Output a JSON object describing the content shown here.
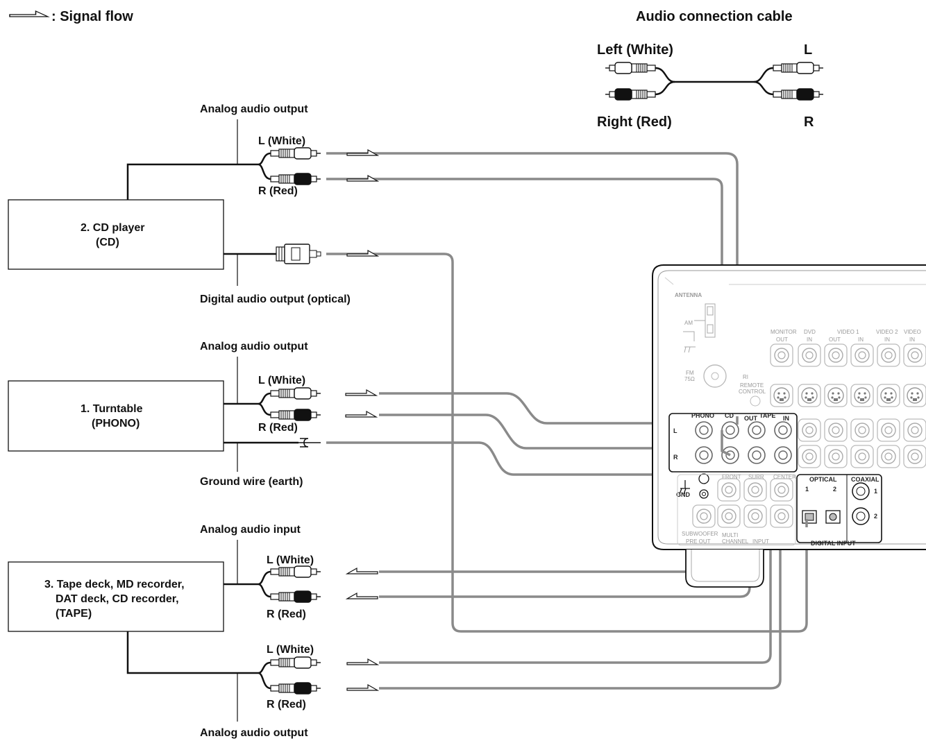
{
  "legend": {
    "signal_flow_label": ": Signal flow"
  },
  "cable_legend": {
    "title": "Audio connection cable",
    "left_white": "Left (White)",
    "right_red": "Right (Red)",
    "l": "L",
    "r": "R"
  },
  "devices": {
    "cd": {
      "line1": "2. CD player",
      "line2": "(CD)"
    },
    "phono": {
      "line1": "1. Turntable",
      "line2": "(PHONO)"
    },
    "tape": {
      "line1": "3. Tape deck, MD recorder,",
      "line2": "DAT deck,  CD recorder,",
      "line3": "(TAPE)"
    }
  },
  "labels": {
    "analog_audio_output": "Analog audio output",
    "analog_audio_input": "Analog audio input",
    "digital_audio_output_optical": "Digital audio output (optical)",
    "ground_wire": "Ground wire (earth)",
    "l_white": "L (White)",
    "r_red": "R (Red)"
  },
  "panel": {
    "antenna": "ANTENNA",
    "am": "AM",
    "fm": "FM",
    "fm_ohm": "75Ω",
    "remote": "REMOTE",
    "control": "CONTROL",
    "ri": "RI",
    "monitor": "MONITOR",
    "out": "OUT",
    "in": "IN",
    "dvd": "DVD",
    "video1": "VIDEO 1",
    "video2": "VIDEO 2",
    "video": "VIDEO",
    "phono": "PHONO",
    "cd": "CD",
    "tape": "TAPE",
    "l": "L",
    "r": "R",
    "gnd": "GND",
    "optical": "OPTICAL",
    "coaxial": "COAXIAL",
    "one": "1",
    "two": "2",
    "digital_input": "DIGITAL INPUT",
    "subwoofer": "SUBWOOFER",
    "pre_out": "PRE OUT",
    "multi": "MULTI",
    "channel": "CHANNEL",
    "input": "INPUT",
    "front": "FRONT",
    "surr": "SURR",
    "center": "CENTER"
  }
}
